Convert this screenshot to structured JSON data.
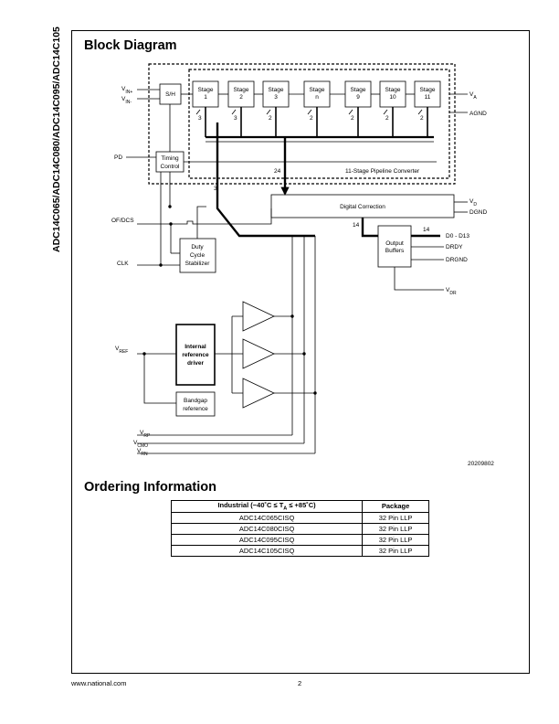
{
  "side_title": "ADC14C065/ADC14C080/ADC14C095/ADC14C105",
  "sections": {
    "block_diagram": "Block Diagram",
    "ordering": "Ordering Information"
  },
  "diagram": {
    "vin_plus": "V",
    "vin_plus_sub": "IN+",
    "vin_minus": "V",
    "vin_minus_sub": "IN-",
    "sh": "S/H",
    "stages": [
      {
        "l1": "Stage",
        "l2": "1",
        "bits": "3"
      },
      {
        "l1": "Stage",
        "l2": "2",
        "bits": "3"
      },
      {
        "l1": "Stage",
        "l2": "3",
        "bits": "2"
      },
      {
        "l1": "Stage",
        "l2": "n",
        "bits": "2"
      },
      {
        "l1": "Stage",
        "l2": "9",
        "bits": "2"
      },
      {
        "l1": "Stage",
        "l2": "10",
        "bits": "2"
      },
      {
        "l1": "Stage",
        "l2": "11",
        "bits": "2"
      }
    ],
    "va": "V",
    "va_sub": "A",
    "agnd": "AGND",
    "pd": "PD",
    "timing_1": "Timing",
    "timing_2": "Control",
    "bus24": "24",
    "pipeline": "11-Stage Pipeline Converter",
    "bus3": "3",
    "digital_correction": "Digital Correction",
    "vd": "V",
    "vd_sub": "D",
    "dgnd": "DGND",
    "of_dcs": "OF/DCS",
    "bus14a": "14",
    "bus14b": "14",
    "out_1": "Output",
    "out_2": "Buffers",
    "d0_d13": "D0 - D13",
    "drdy": "DRDY",
    "drgnd": "DRGND",
    "vdr": "V",
    "vdr_sub": "DR",
    "duty_1": "Duty",
    "duty_2": "Cycle",
    "duty_3": "Stabilizer",
    "clk": "CLK",
    "vref": "V",
    "vref_sub": "REF",
    "int_1": "Internal",
    "int_2": "reference",
    "int_3": "driver",
    "bg_1": "Bandgap",
    "bg_2": "reference",
    "vrp": "V",
    "vrp_sub": "RP",
    "vcmo": "V",
    "vcmo_sub": "CMO",
    "vrn": "V",
    "vrn_sub": "RN",
    "fig_id": "20209802"
  },
  "ordering": {
    "header_prefix": "Industrial (−40˚C ≤ T",
    "header_sub": "A",
    "header_suffix": " ≤ +85˚C)",
    "package_header": "Package",
    "rows": [
      {
        "part": "ADC14C065CISQ",
        "package": "32 Pin LLP"
      },
      {
        "part": "ADC14C080CISQ",
        "package": "32 Pin LLP"
      },
      {
        "part": "ADC14C095CISQ",
        "package": "32 Pin LLP"
      },
      {
        "part": "ADC14C105CISQ",
        "package": "32 Pin LLP"
      }
    ]
  },
  "footer": {
    "site": "www.national.com",
    "page": "2"
  }
}
